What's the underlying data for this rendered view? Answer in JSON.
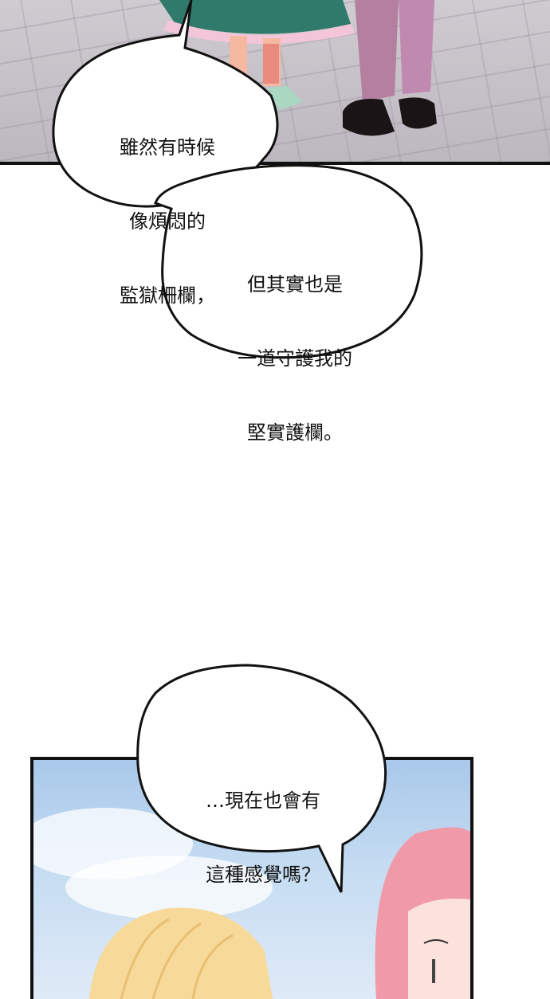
{
  "bubbles": {
    "first": {
      "lines": [
        "雖然有時候",
        "像煩悶的",
        "監獄柵欄，"
      ]
    },
    "second": {
      "lines": [
        "但其實也是",
        "一道守護我的",
        "堅實護欄。"
      ]
    },
    "third": {
      "lines": [
        "…現在也會有",
        "這種感覺嗎？"
      ]
    }
  },
  "colors": {
    "outline": "#111111",
    "bubble_fill": "#ffffff",
    "sky": "#a9c8ea",
    "ground": "#c7c2c9"
  }
}
